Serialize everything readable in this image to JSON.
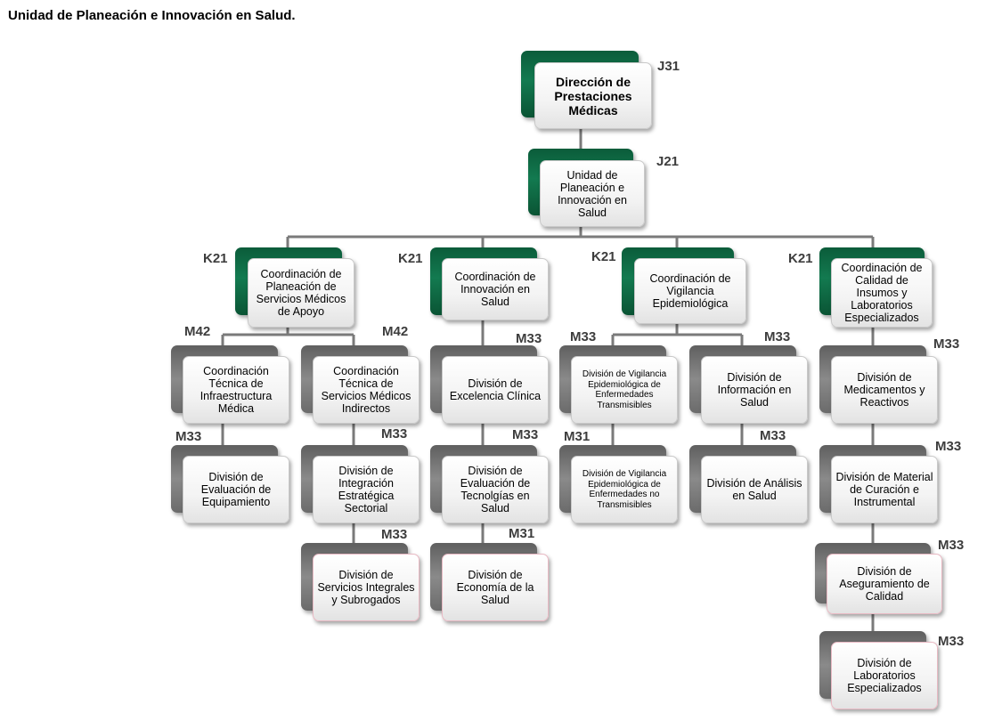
{
  "title": "Unidad de Planeación e Innovación en Salud.",
  "nodes": {
    "n1": {
      "label": "Dirección de Prestaciones Médicas",
      "code": "J31"
    },
    "n2": {
      "label": "Unidad de Planeación e Innovación en Salud",
      "code": "J21"
    },
    "n3": {
      "label": "Coordinación de Planeación de Servicios Médicos de Apoyo",
      "code": "K21"
    },
    "n4": {
      "label": "Coordinación de Innovación en Salud",
      "code": "K21"
    },
    "n5": {
      "label": "Coordinación de Vigilancia Epidemiológica",
      "code": "K21"
    },
    "n6": {
      "label": "Coordinación de Calidad de Insumos y Laboratorios Especializados",
      "code": "K21"
    },
    "n7": {
      "label": "Coordinación Técnica de Infraestructura Médica",
      "code": "M42"
    },
    "n8": {
      "label": "Coordinación Técnica de Servicios Médicos Indirectos",
      "code": "M42"
    },
    "n9": {
      "label": "División de Evaluación de Equipamiento",
      "code": "M33"
    },
    "n10": {
      "label": "División de Integración Estratégica Sectorial",
      "code": "M33"
    },
    "n11": {
      "label": "División de Servicios Integrales y Subrogados",
      "code": "M33"
    },
    "n12": {
      "label": "División de Excelencia Clínica",
      "code": "M33"
    },
    "n13": {
      "label": "División de Evaluación de Tecnolgías en Salud",
      "code": "M33"
    },
    "n14": {
      "label": "División de Economía de la Salud",
      "code": "M31"
    },
    "n15": {
      "label": "División de Vigilancia Epidemiológica de Enfermedades Transmisibles",
      "code": "M33"
    },
    "n16": {
      "label": "División de Vigilancia Epidemiológica de Enfermedades no Transmisibles",
      "code": "M31"
    },
    "n17": {
      "label": "División de Información en Salud",
      "code": "M33"
    },
    "n18": {
      "label": "División de Análisis en Salud",
      "code": "M33"
    },
    "n19": {
      "label": "División de Medicamentos y Reactivos",
      "code": "M33"
    },
    "n20": {
      "label": "División de Material de Curación e Instrumental",
      "code": "M33"
    },
    "n21": {
      "label": "División de Aseguramiento de Calidad",
      "code": "M33"
    },
    "n22": {
      "label": "División de Laboratorios Especializados",
      "code": "M33"
    }
  }
}
